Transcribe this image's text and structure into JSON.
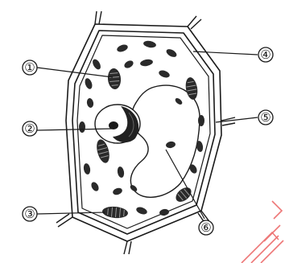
{
  "diagram": {
    "labels": [
      {
        "id": "1",
        "text": "①"
      },
      {
        "id": "2",
        "text": "②"
      },
      {
        "id": "3",
        "text": "③"
      },
      {
        "id": "4",
        "text": "④"
      },
      {
        "id": "5",
        "text": "⑤"
      },
      {
        "id": "6",
        "text": "⑥"
      }
    ]
  },
  "watermark": {
    "color": "#e84a4a"
  }
}
